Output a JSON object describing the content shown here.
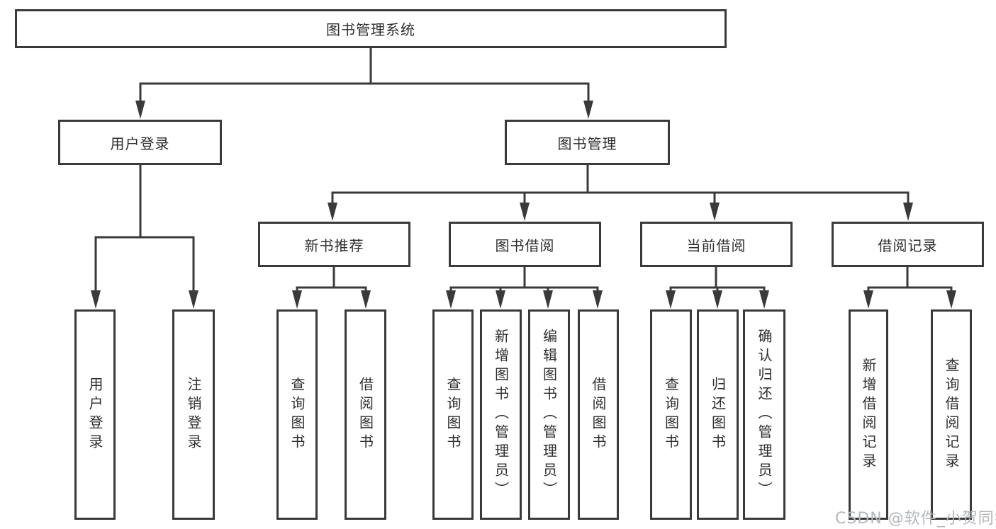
{
  "diagram": {
    "title": "图书管理系统",
    "nodes": {
      "root": "图书管理系统",
      "user_login": "用户登录",
      "book_mgmt": "图书管理",
      "new_book_rec": "新书推荐",
      "book_borrow": "图书借阅",
      "current_borrow": "当前借阅",
      "borrow_record": "借阅记录",
      "user_login_leaf": "用户登录",
      "logout_leaf": "注销登录",
      "nb_query_book": "查询图书",
      "nb_borrow_book": "借阅图书",
      "bb_query_book": "查询图书",
      "bb_add_book": "新增图书（管理员）",
      "bb_edit_book": "编辑图书（管理员）",
      "bb_borrow_book": "借阅图书",
      "cb_query_book": "查询图书",
      "cb_return_book": "归还图书",
      "cb_confirm_return": "确认归还（管理员）",
      "br_add_record": "新增借阅记录",
      "br_query_record": "查询借阅记录"
    },
    "watermark": "CSDN @软件_小贺同学",
    "colors": {
      "line": "#3a3a3a",
      "text": "#2d2d2d",
      "watermark": "#b4b7bc",
      "background": "#ffffff"
    }
  }
}
